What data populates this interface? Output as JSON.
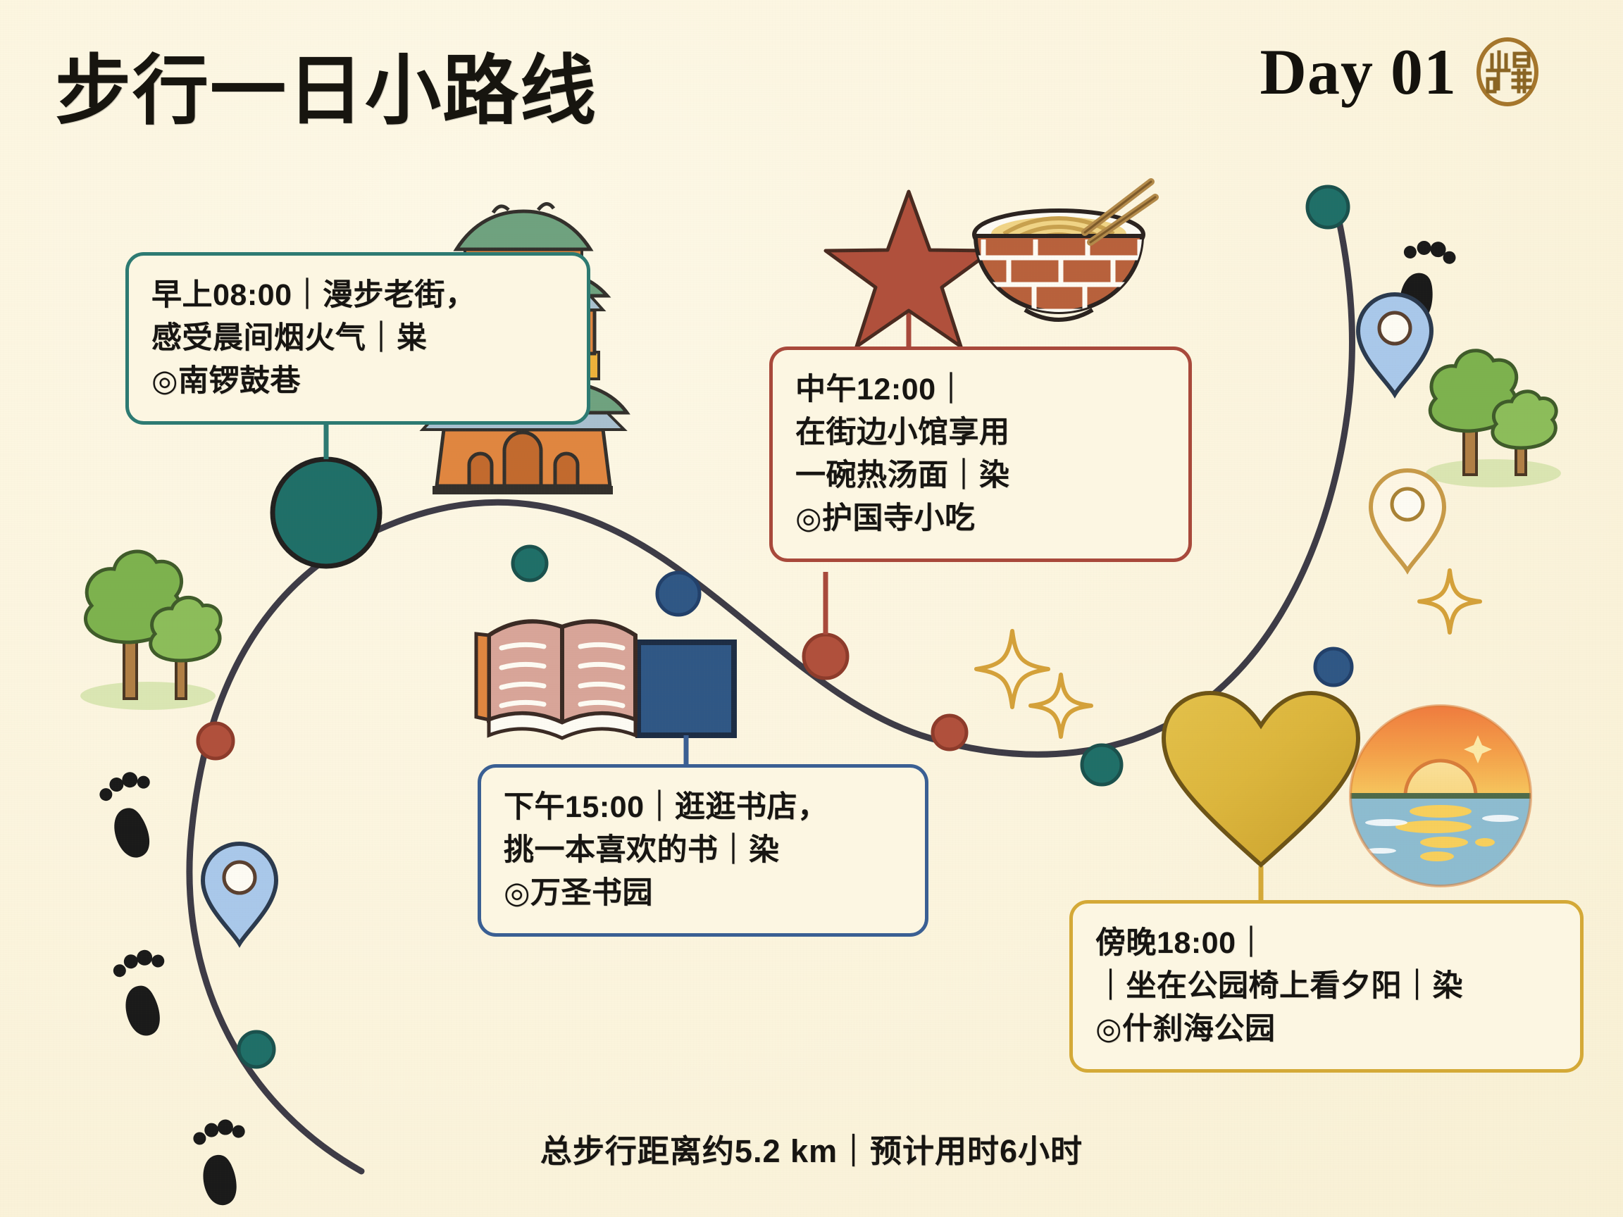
{
  "header": {
    "title": "步行一日小路线",
    "day_label": "Day 01",
    "seal_icon": "chinese-seal-stamp"
  },
  "colors": {
    "background": "#fbf4dd",
    "paper": "#fcf6e2",
    "ink": "#171512",
    "teal": "#1f6f68",
    "rust": "#a8493b",
    "navy": "#2f5785",
    "gold": "#d9b23a",
    "path": "#3d3b46",
    "blue_pin": "#a9c8ea",
    "green_tree": "#7db24e",
    "sparkle": "#d4a13a"
  },
  "stops": [
    {
      "id": "morning",
      "border_color": "#2d7a72",
      "lines": [
        "早上08:00｜漫步老街，",
        "感受晨间烟火气｜粜",
        "◎南锣鼓巷"
      ],
      "time": "早上08:00",
      "activity": "漫步老街，感受晨间烟火气",
      "place": "◎南锣鼓巷",
      "illustration": "gate-tower-illustration"
    },
    {
      "id": "noon",
      "border_color": "#a8493b",
      "lines": [
        "中午12:00｜",
        "在街边小馆享用",
        "一碗热汤面｜染",
        "◎护国寺小吃"
      ],
      "time": "中午12:00",
      "activity": "在街边小馆享用一碗热汤面",
      "place": "◎护国寺小吃",
      "illustration": "noodle-bowl-illustration"
    },
    {
      "id": "afternoon",
      "border_color": "#3a5f93",
      "lines": [
        "下午15:00｜逛逛书店，",
        "挑一本喜欢的书｜染",
        "◎万圣书园"
      ],
      "time": "下午15:00",
      "activity": "逛逛书店，挑一本喜欢的书",
      "place": "◎万圣书园",
      "illustration": "open-book-illustration"
    },
    {
      "id": "evening",
      "border_color": "#d4a937",
      "lines": [
        "傍晚18:00｜",
        "｜坐在公园椅上看夕阳｜染",
        "◎什刹海公园"
      ],
      "time": "傍晚18:00",
      "activity": "坐在公园椅上看夕阳",
      "place": "◎什刹海公园",
      "illustration": "sunset-over-water-illustration"
    }
  ],
  "footer": {
    "summary": "总步行距离约5.2 km｜预计用时6小时",
    "distance": "5.2 km",
    "duration": "6小时"
  },
  "decorations": [
    {
      "name": "star-icon",
      "color": "#a8493b"
    },
    {
      "name": "heart-icon",
      "color": "#d9b23a"
    },
    {
      "name": "footprints-icon",
      "count": 4
    },
    {
      "name": "map-pin-icon",
      "count": 3
    },
    {
      "name": "tree-icon",
      "count": 4
    },
    {
      "name": "sparkle-icon",
      "count": 4
    }
  ]
}
